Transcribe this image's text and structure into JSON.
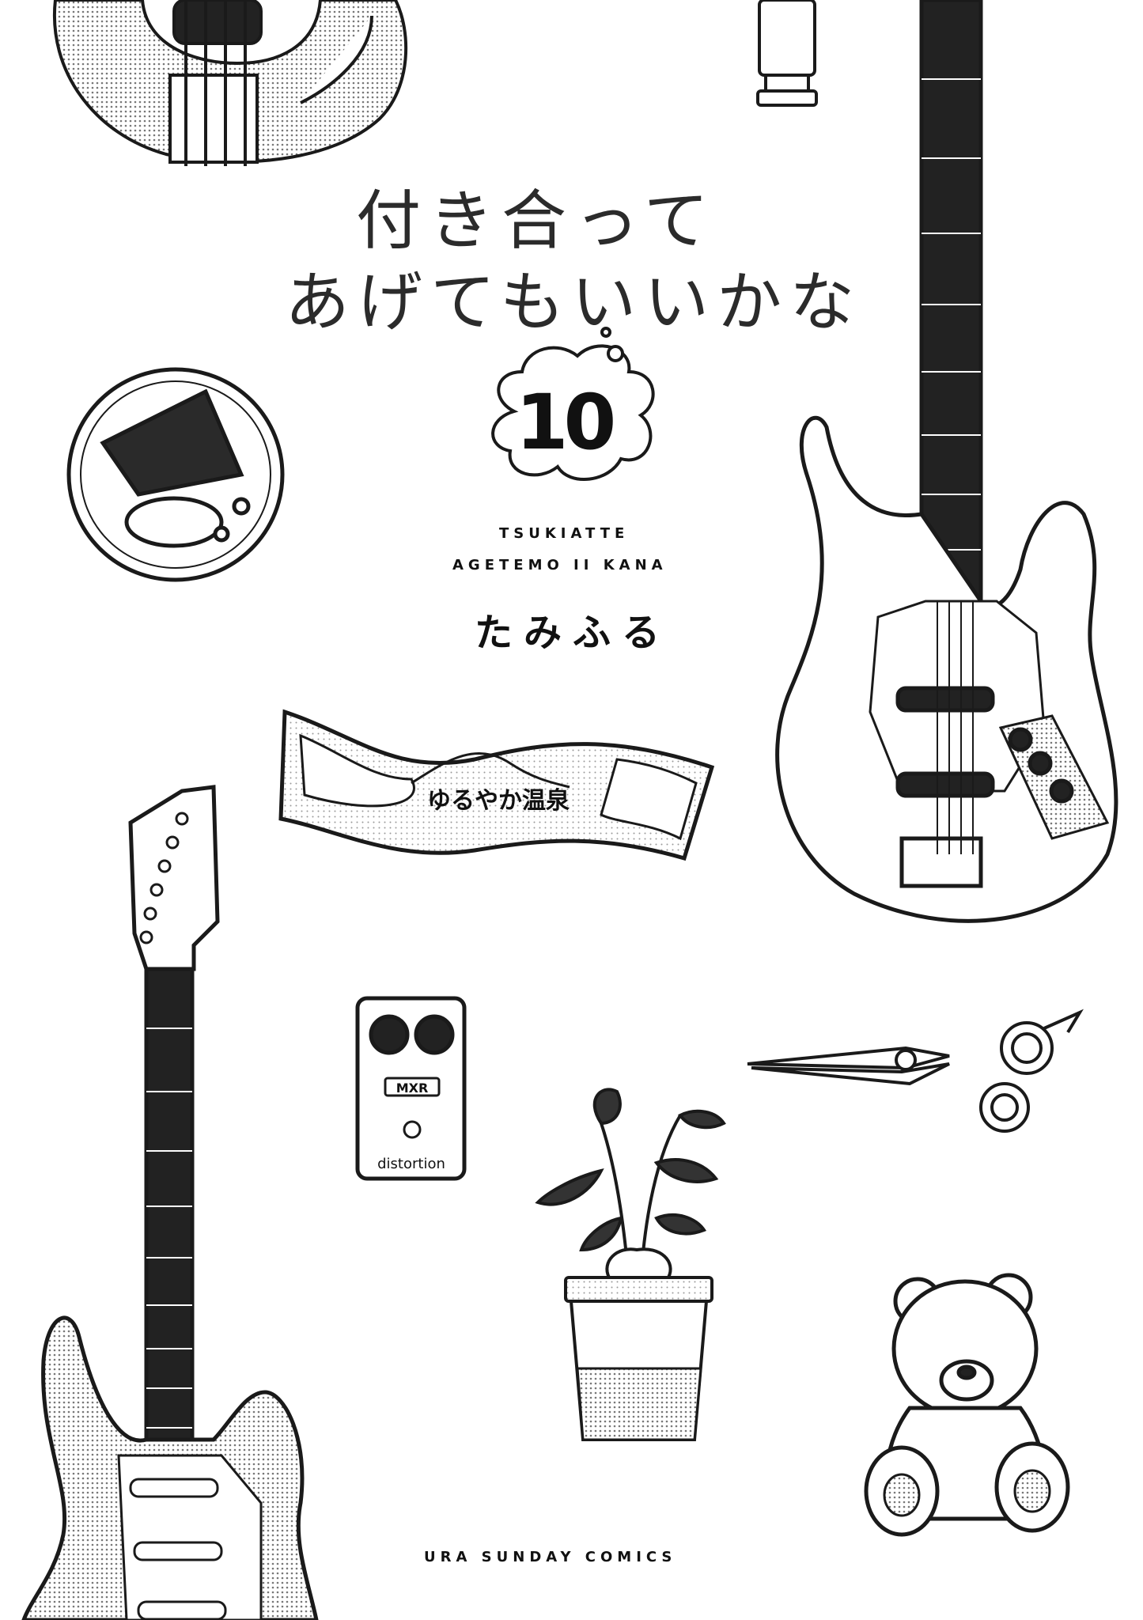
{
  "cover": {
    "title_line1": "付き合って",
    "title_line2": "あげてもいいかな",
    "volume": "10",
    "romanized_line1": "TSUKIATTE",
    "romanized_line2": "AGETEMO II KANA",
    "author": "たみふる",
    "imprint": "URA SUNDAY COMICS"
  },
  "illustrations": {
    "pedal_brand": "MXR",
    "pedal_label": "distortion",
    "towel_text": "ゆるやか温泉"
  },
  "colors": {
    "ink": "#1a1a1a",
    "paper": "#ffffff",
    "tone": "#c9c9c9"
  }
}
